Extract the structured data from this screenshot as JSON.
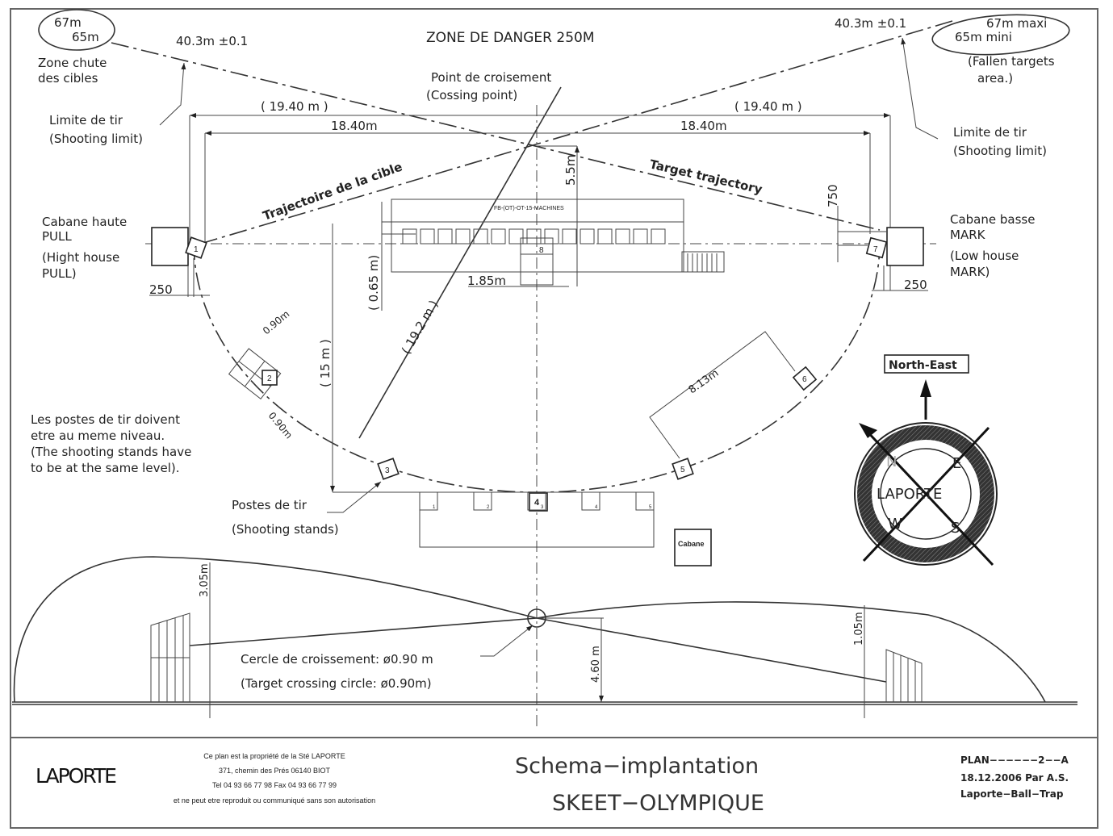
{
  "title_zone": "ZONE DE DANGER 250M",
  "left_fall_zone": {
    "line1": "67m",
    "line2": "65m",
    "label1": "Zone chute",
    "label2": "des cibles"
  },
  "right_fall_zone": {
    "line1": "67m maxi",
    "line2": "65m mini",
    "label1": "(Fallen targets",
    "label2": "area.)"
  },
  "distance_left": "40.3m  ±0.1",
  "distance_right": "40.3m  ±0.1",
  "shooting_limit_left": {
    "fr": "Limite de tir",
    "en": "(Shooting limit)"
  },
  "shooting_limit_right": {
    "fr": "Limite de tir",
    "en": "(Shooting limit)"
  },
  "crossing_point": {
    "fr": "Point de croisement",
    "en": "(Cossing point)"
  },
  "dims": {
    "outer_left": "( 19.40  m )",
    "outer_right": "( 19.40  m )",
    "inner_left": "18.40m",
    "inner_right": "18.40m",
    "height_5_5": "5.5m",
    "h750": "750",
    "d250_left": "250",
    "d250_right": "250",
    "d065": "( 0.65  m)",
    "d185": "1.85m",
    "d15": "( 15  m )",
    "d19_2": "( 19.2  m )",
    "d090a": "0.90m",
    "d090b": "0.90m",
    "d813": "8.13m"
  },
  "trajectory_fr": "Trajectoire de la cible",
  "trajectory_en": "Target trajectory",
  "machines_label": "FB-(OT)-OT-15-MACHINES",
  "high_house": {
    "l1": "Cabane haute",
    "l2": "PULL",
    "l3": "(Hight house",
    "l4": "PULL)"
  },
  "low_house": {
    "l1": "Cabane basse",
    "l2": "MARK",
    "l3": "(Low house",
    "l4": "MARK)"
  },
  "stations": [
    "1",
    "2",
    "3",
    "4",
    "5",
    "6",
    "7",
    "8"
  ],
  "stand_numbers": [
    "1",
    "2",
    "3",
    "4",
    "5"
  ],
  "cabane": "Cabane",
  "note": {
    "l1": "Les postes de tir doivent",
    "l2": "etre au meme niveau.",
    "l3": "(The shooting stands have",
    "l4": "to be at the same level)."
  },
  "stands_label": {
    "fr": "Postes de tir",
    "en": "(Shooting stands)"
  },
  "compass": {
    "label": "North-East",
    "brand": "LAPORTE",
    "n": "N",
    "e": "E",
    "s": "S",
    "w": "W"
  },
  "elevation": {
    "h305": "3.05m",
    "h460": "4.60  m",
    "h105": "1.05m",
    "circle_fr": "Cercle de croissement: ø0.90 m",
    "circle_en": "(Target crossing circle: ø0.90m)"
  },
  "footer": {
    "logo": "LAPORTE",
    "owner1": "Ce plan est la propriété de la Sté LAPORTE",
    "owner2": "371, chemin des Prés 06140 BIOT",
    "owner3": "Tel  04 93 66 77 98  Fax  04 93 66 77 99",
    "owner4": "et ne peut etre reproduit ou communiqué sans son autorisation",
    "title1": "Schema−implantation",
    "title2": "SKEET−OLYMPIQUE",
    "plan": "PLAN−−−−−−2−−A",
    "date": "18.12.2006  Par  A.S.",
    "company": "Laporte−Ball−Trap"
  }
}
